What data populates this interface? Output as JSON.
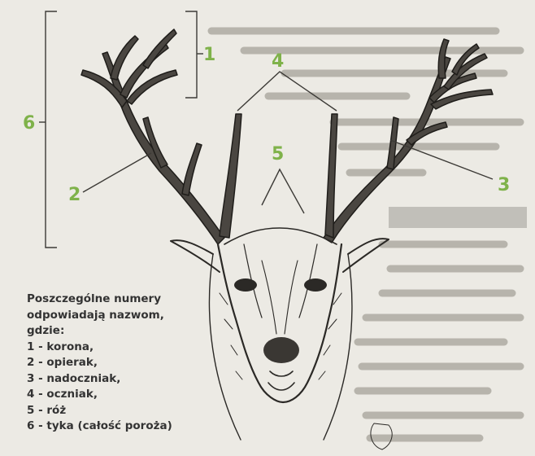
{
  "colors": {
    "label": "#7fb24a",
    "text": "#333333",
    "background": "#eceae4"
  },
  "labels": {
    "n1": "1",
    "n2": "2",
    "n3": "3",
    "n4": "4",
    "n5": "5",
    "n6": "6"
  },
  "legend": {
    "heading_lines": [
      "Poszczególne numery",
      "odpowiadają nazwom,",
      "gdzie:"
    ],
    "items": [
      "1 - korona,",
      "2 - opierak,",
      "3 - nadoczniak,",
      "4 - oczniak,",
      "5 - róż",
      "6 - tyka (całość poroża)"
    ]
  }
}
